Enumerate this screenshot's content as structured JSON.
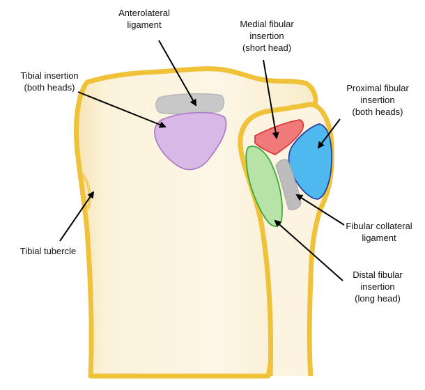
{
  "labels": {
    "anterolateral": {
      "line1": "Anterolateral",
      "line2": "ligament"
    },
    "medial_fibular": {
      "line1": "Medial fibular",
      "line2": "insertion",
      "line3": "(short head)"
    },
    "tibial_insertion": {
      "line1": "Tibial insertion",
      "line2": "(both heads)"
    },
    "proximal_fibular": {
      "line1": "Proximal fibular",
      "line2": "insertion",
      "line3": "(both heads)"
    },
    "tibial_tubercle": {
      "line1": "Tibial tubercle"
    },
    "fibular_collateral": {
      "line1": "Fibular collateral",
      "line2": "ligament"
    },
    "distal_fibular": {
      "line1": "Distal fibular",
      "line2": "insertion",
      "line3": "(long head)"
    }
  },
  "colors": {
    "bone_fill": "#fbf3dc",
    "bone_outline": "#f0c23a",
    "anterolateral_ligament": "#c8c8c8",
    "tibial_insertion": "#d7b8e6",
    "medial_fibular": "#f07a7a",
    "proximal_fibular": "#4fb8ee",
    "distal_fibular": "#b7e3a6",
    "fibular_collateral": "#bdbdbd"
  }
}
